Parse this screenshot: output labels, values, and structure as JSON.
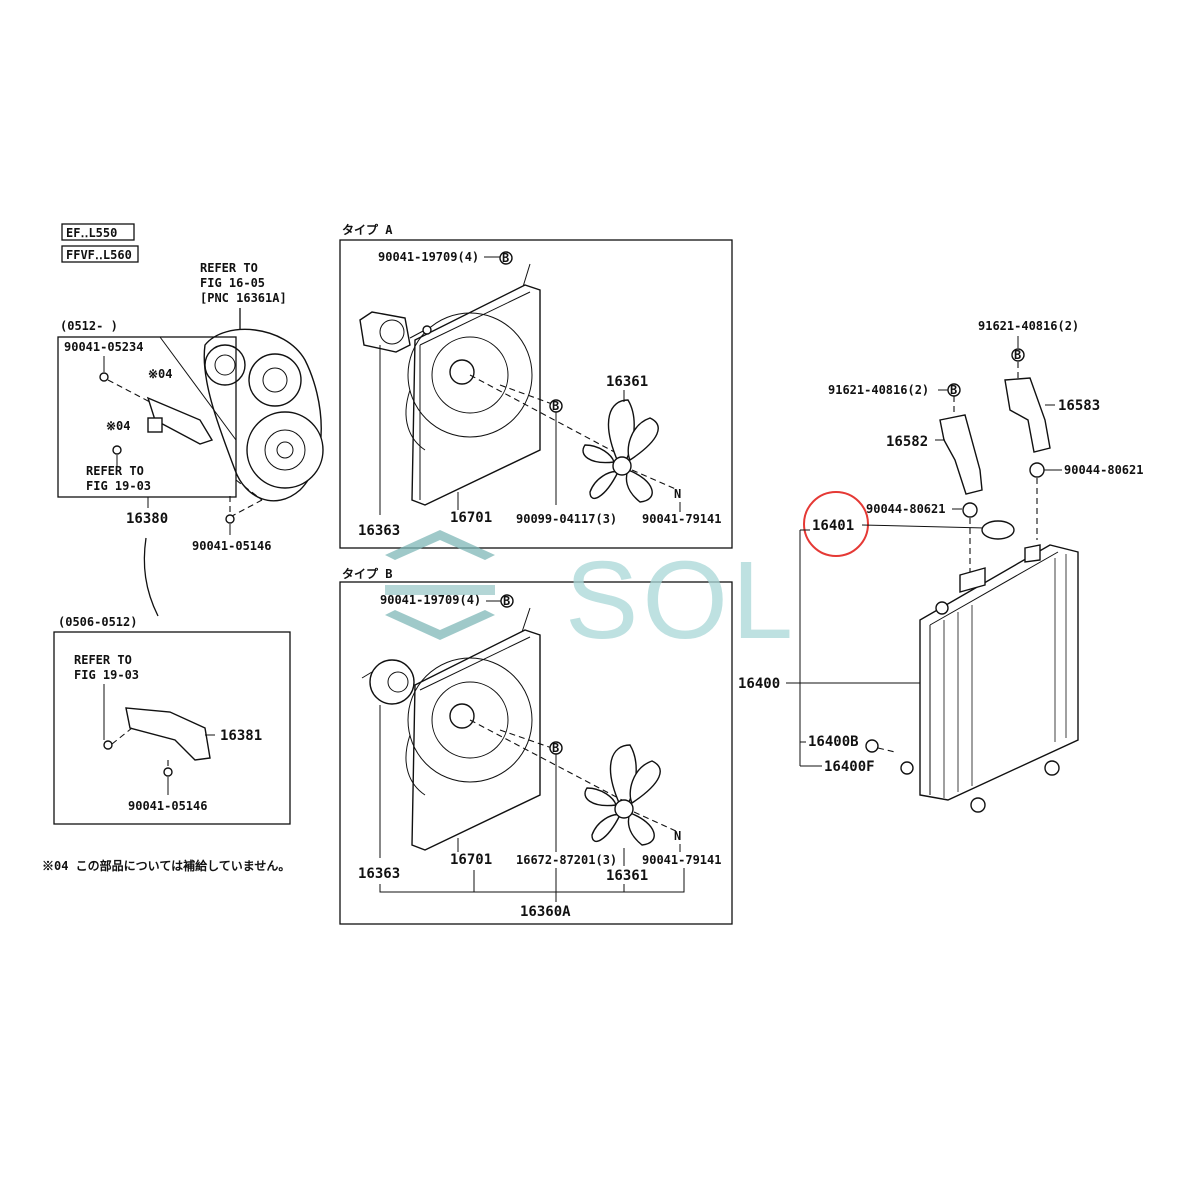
{
  "engine_tags": [
    "EF‥L550",
    "FFVF‥L560"
  ],
  "belt": {
    "refer_lines": [
      "REFER TO",
      "FIG 16-05",
      "[PNC 16361A]"
    ]
  },
  "inset_top": {
    "period": "(0512-        )",
    "bolt": "90041-05234",
    "n04_a": "※04",
    "n04_b": "※04",
    "refer_lines": [
      "REFER TO",
      "FIG 19-03"
    ]
  },
  "bracket_16380": {
    "part": "16380",
    "bolt": "90041-05146"
  },
  "inset_bottom": {
    "period": "(0506-0512)",
    "refer_lines": [
      "REFER TO",
      "FIG 19-03"
    ],
    "part": "16381",
    "bolt": "90041-05146"
  },
  "footnote": "※04  この部品については補給していません。",
  "type_a": {
    "title": "タイプ A",
    "bolt_top": "90041-19709(4)",
    "fan": "16361",
    "motor": "16363",
    "shroud": "16701",
    "screw": "90099-04117(3)",
    "nut": "90041-79141"
  },
  "type_b": {
    "title": "タイプ B",
    "bolt_top": "90041-19709(4)",
    "motor": "16363",
    "shroud": "16701",
    "screw": "16672-87201(3)",
    "nut": "90041-79141",
    "fan": "16361",
    "assembly": "16360A"
  },
  "radiator": {
    "bolt_top": "91621-40816(2)",
    "bolt_left": "91621-40816(2)",
    "bracket_right": "16583",
    "bracket_left": "16582",
    "nut_right": "90044-80621",
    "nut_left": "90044-80621",
    "cap": "16401",
    "assembly": "16400",
    "drain_a": "16400B",
    "drain_b": "16400F"
  },
  "callouts": {
    "B": "B",
    "N": "N"
  },
  "watermark": "SOL",
  "colors": {
    "highlight": "#e53935",
    "watermark_mark": "#7fb8b8",
    "watermark_text": "#a9d7d7"
  }
}
